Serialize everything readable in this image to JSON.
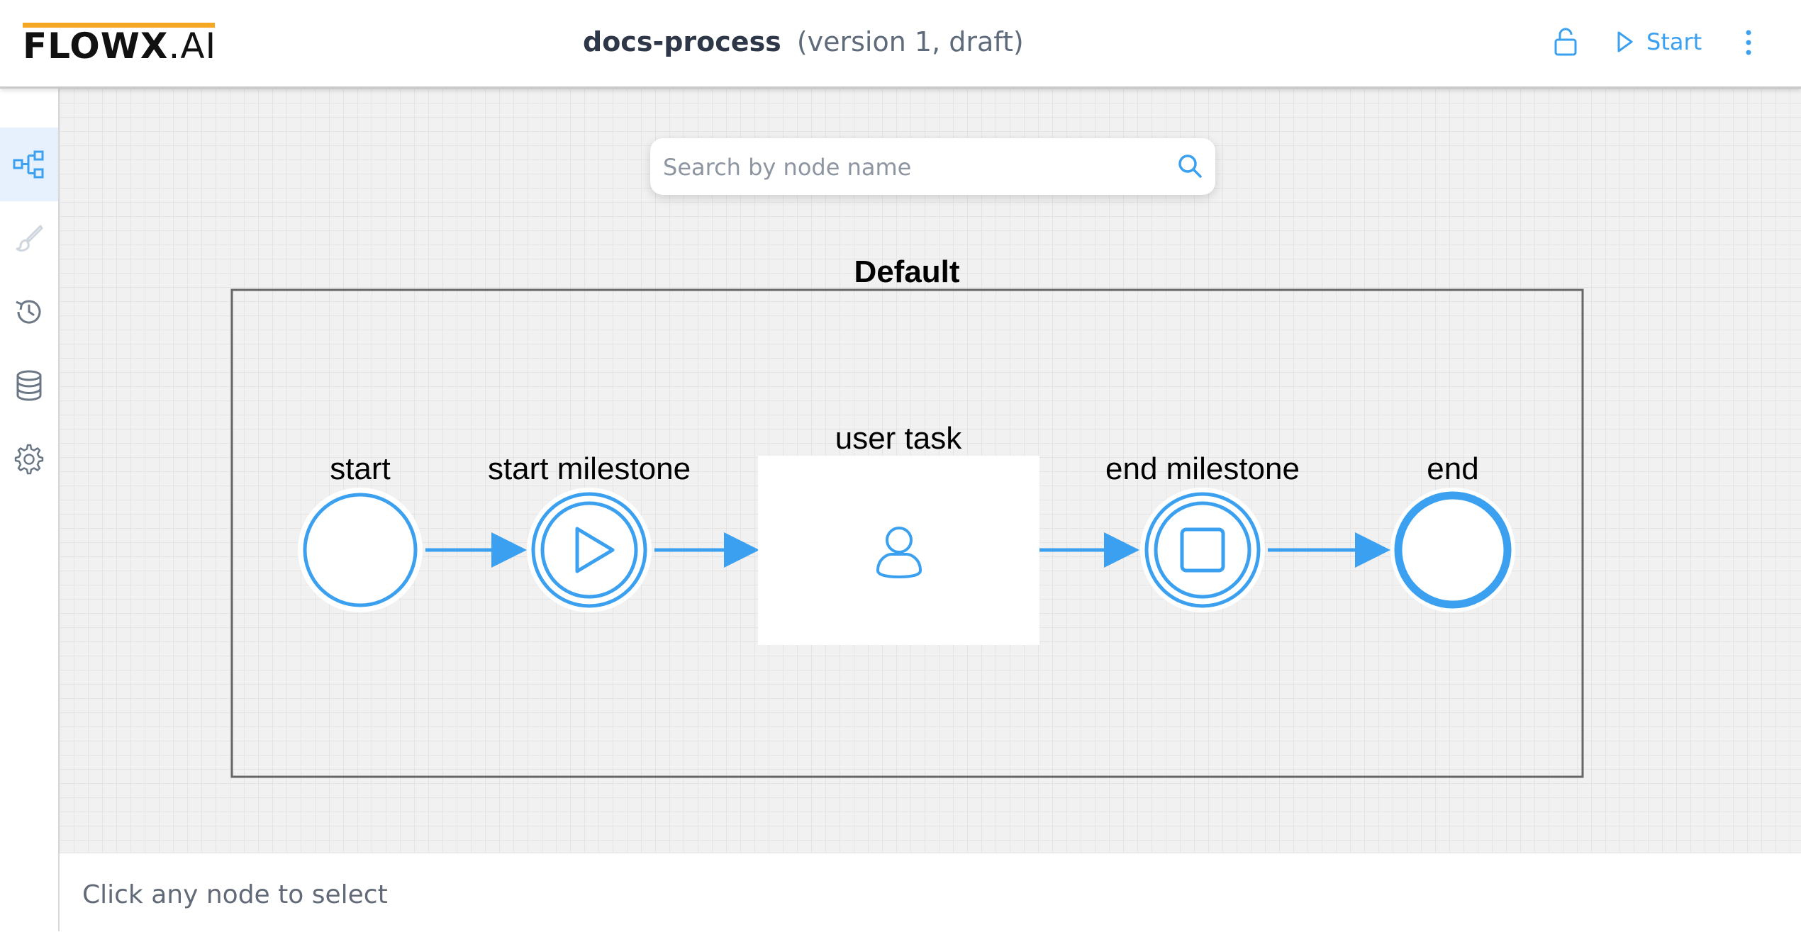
{
  "header": {
    "logo_bold": "FLOWX",
    "logo_light": ".AI",
    "process_name": "docs-process",
    "process_meta": "(version 1, draft)",
    "start_label": "Start"
  },
  "search": {
    "placeholder": "Search by node name"
  },
  "diagram": {
    "swimlane_title": "Default",
    "nodes": {
      "start": "start",
      "start_milestone": "start milestone",
      "user_task": "user task",
      "end_milestone": "end milestone",
      "end": "end"
    }
  },
  "footer": {
    "hint": "Click any node to select"
  },
  "colors": {
    "accent": "#3aa0ef",
    "logo_bar": "#f5a623"
  },
  "sidebar": {
    "items": [
      {
        "icon": "process-tree-icon",
        "active": true
      },
      {
        "icon": "brush-icon",
        "active": false
      },
      {
        "icon": "history-icon",
        "active": false
      },
      {
        "icon": "database-icon",
        "active": false
      },
      {
        "icon": "settings-icon",
        "active": false
      }
    ]
  }
}
